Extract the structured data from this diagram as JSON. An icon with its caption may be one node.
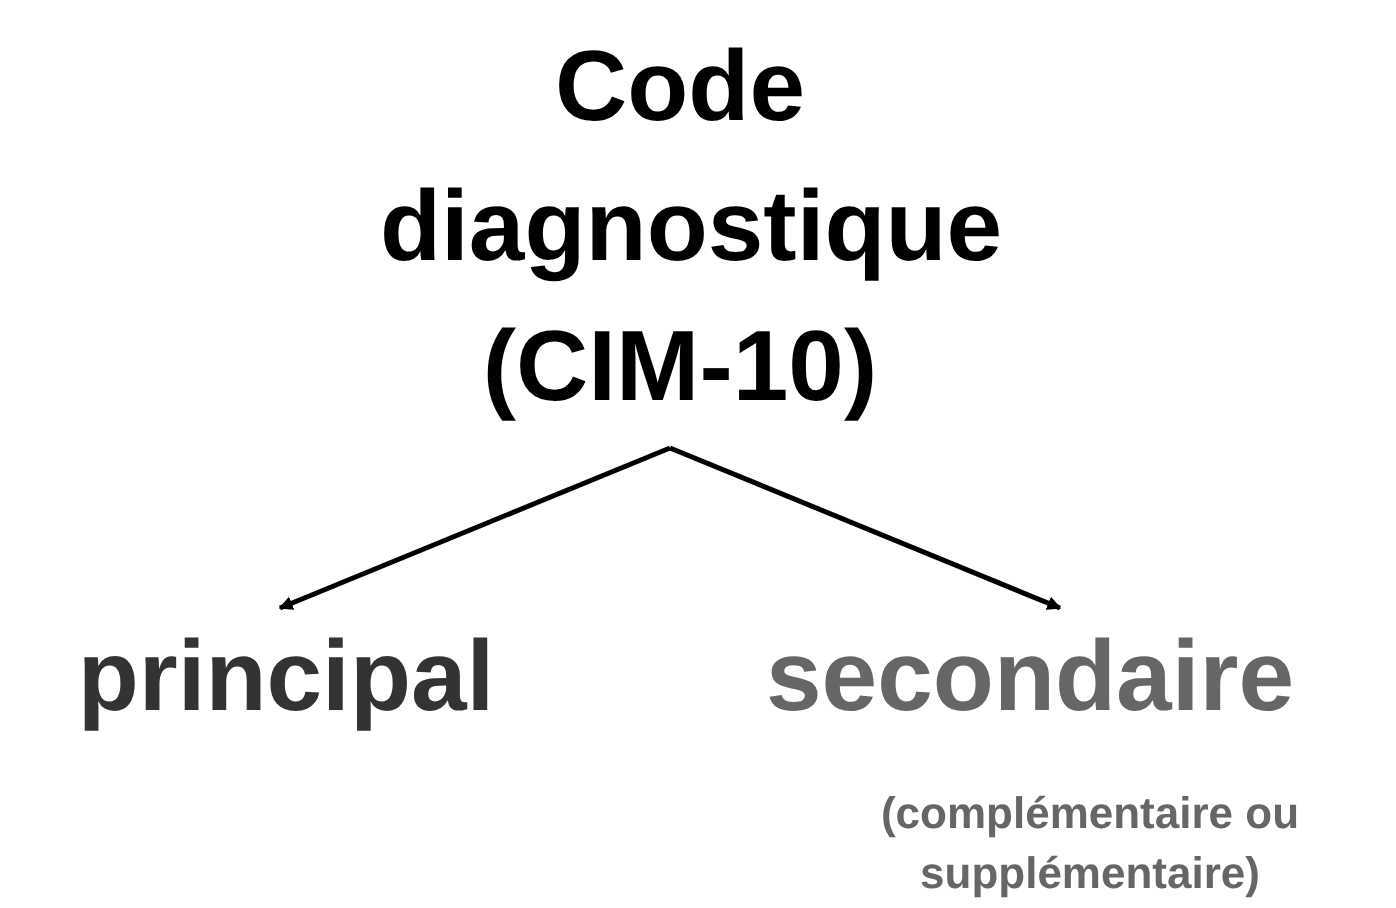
{
  "diagram": {
    "nodes": [
      {
        "text": [
          "Code diagnostique (CIM-10)"
        ]
      },
      {
        "text": [
          "principal"
        ]
      },
      {
        "text": [
          "secondaire"
        ],
        "beside": [
          "(complémentaire ou supplémentaire)"
        ]
      }
    ],
    "edges": [
      {
        "from": 0,
        "to": 1,
        "arrow": "to"
      },
      {
        "from": 0,
        "to": 2,
        "arrow": "to"
      }
    ]
  }
}
